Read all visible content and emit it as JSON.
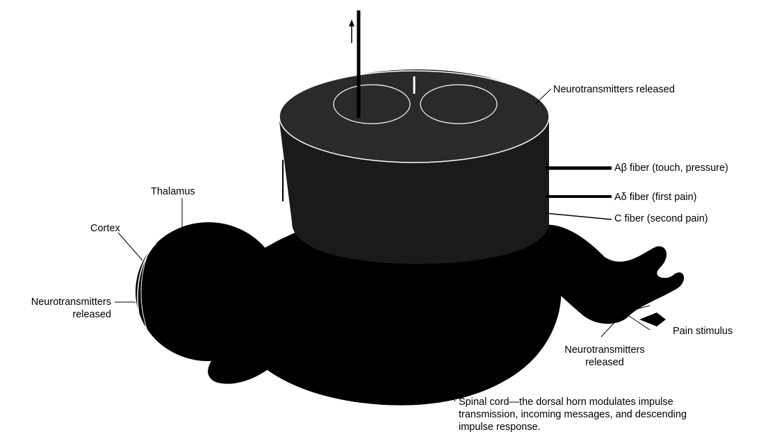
{
  "labels": {
    "neurotransmitters_top": "Neurotransmitters released",
    "a_beta_fiber": "Aβ fiber (touch, pressure)",
    "a_delta_fiber": "Aδ fiber (first pain)",
    "c_fiber": "C fiber (second pain)",
    "thalamus": "Thalamus",
    "cortex": "Cortex",
    "neurotransmitters_brain_line1": "Neurotransmitters",
    "neurotransmitters_brain_line2": "released",
    "pain_stimulus": "Pain stimulus",
    "neurotransmitters_foot_line1": "Neurotransmitters",
    "neurotransmitters_foot_line2": "released",
    "spinal_cord_line1": "Spinal cord—the dorsal horn modulates impulse",
    "spinal_cord_line2": "transmission, incoming messages, and descending",
    "spinal_cord_line3": "impulse response."
  },
  "colors": {
    "silhouette": "#000000",
    "background": "#ffffff",
    "cord_texture": "#2a2a2a",
    "cord_outline": "#ffffff"
  }
}
